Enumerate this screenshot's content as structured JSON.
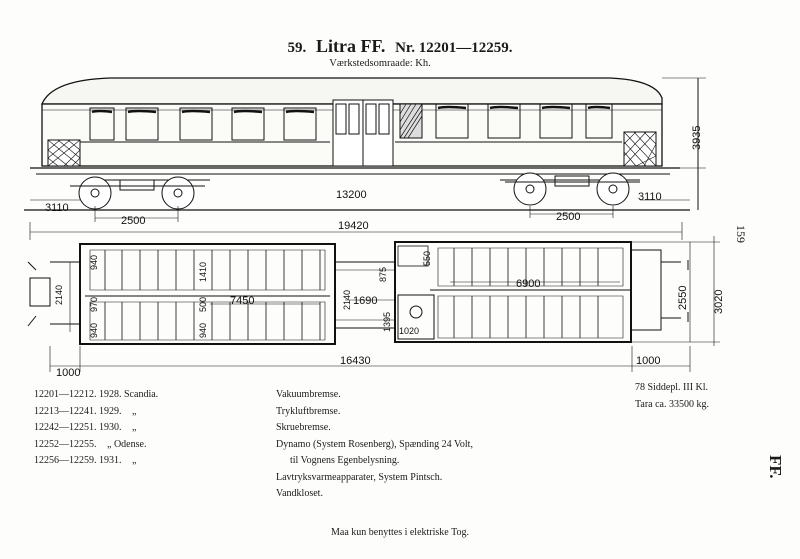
{
  "header": {
    "number": "59.",
    "litra": "Litra FF.",
    "nr": "Nr. 12201—12259.",
    "workshop": "Værkstedsomraade: Kh."
  },
  "margin": {
    "page_number": "159",
    "code": "FF."
  },
  "drawing": {
    "side_view": {
      "height_total": "3935",
      "height_floor": "3110",
      "length": "13200",
      "buffer_left": "3110",
      "buffer_right": "3110",
      "bogie_left": "2500",
      "bogie_right": "2500",
      "overall_length": "19420"
    },
    "plan_view": {
      "width_left": "2140",
      "left_dims": [
        "940",
        "970",
        "940",
        "940",
        "1410",
        "500"
      ],
      "compartment_left": "7450",
      "compartment_right": "6900",
      "mid_width": "2140",
      "mid_depth": "1690",
      "mid_875": "875",
      "mid_1395": "1395",
      "wc": "1020",
      "right_550": "550",
      "width_right": "2550",
      "width_total": "3020",
      "end_left": "1000",
      "end_right": "1000",
      "total_length": "16430"
    }
  },
  "deliveries": [
    {
      "range": "12201—12212.",
      "year": "1928.",
      "builder": "Scandia."
    },
    {
      "range": "12213—12241.",
      "year": "1929.",
      "builder": "„"
    },
    {
      "range": "12242—12251.",
      "year": "1930.",
      "builder": "„"
    },
    {
      "range": "12252—12255.",
      "year": "„",
      "builder": "Odense."
    },
    {
      "range": "12256—12259.",
      "year": "1931.",
      "builder": "„"
    }
  ],
  "equipment": [
    "Vakuumbremse.",
    "Trykluftbremse.",
    "Skruebremse.",
    "Dynamo (System Rosenberg), Spænding 24 Volt,",
    "til Vognens Egenbelysning.",
    "Lavtryksvarmeapparater, System Pintsch.",
    "Vandkloset."
  ],
  "capacity": {
    "seats": "78 Siddepl. III Kl.",
    "tare": "Tara ca. 33500 kg."
  },
  "footer": {
    "note": "Maa kun benyttes i elektriske Tog."
  }
}
